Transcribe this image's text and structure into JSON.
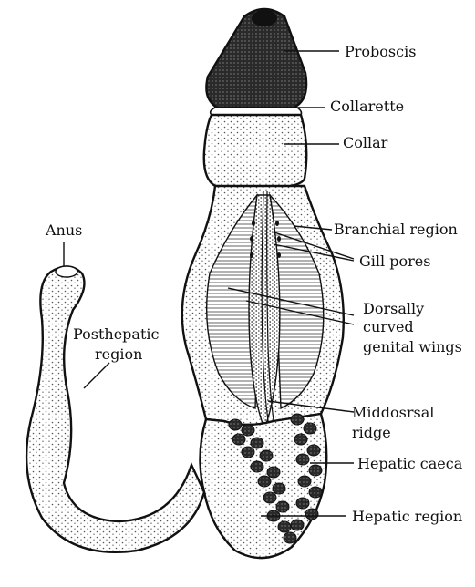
{
  "labels": {
    "proboscis": "Proboscis",
    "collarette": "Collarette",
    "collar": "Collar",
    "branchial": "Branchial region",
    "gill_pores": "Gill pores",
    "genital_wings_1": "Dorsally",
    "genital_wings_2": "curved",
    "genital_wings_3": "genital wings",
    "ridge_1": "Middosrsal",
    "ridge_2": "ridge",
    "hepatic_caeca": "Hepatic caeca",
    "hepatic_region": "Hepatic region",
    "anus": "Anus",
    "posthepatic_1": "Posthepatic",
    "posthepatic_2": "region"
  },
  "colors": {
    "ink": "#111111",
    "proboscis_fill": "#2a2a2a",
    "stipple": "#555555",
    "paper": "#ffffff"
  }
}
